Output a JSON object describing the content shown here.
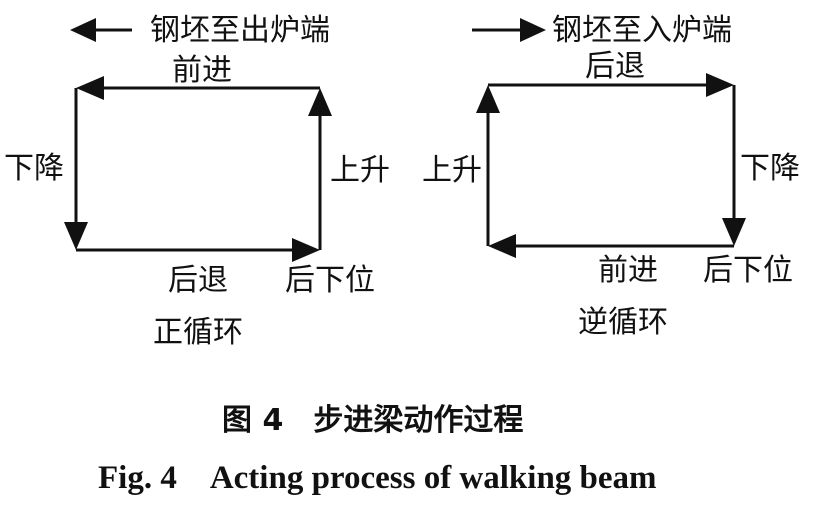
{
  "left_diagram": {
    "direction_label": "钢坯至出炉端",
    "top_label": "前进",
    "left_label": "下降",
    "right_label": "上升",
    "bottom_label": "后退",
    "corner_label": "后下位",
    "cycle_label": "正循环"
  },
  "right_diagram": {
    "direction_label": "钢坯至入炉端",
    "top_label": "后退",
    "left_label": "上升",
    "right_label": "下降",
    "bottom_label": "前进",
    "corner_label": "后下位",
    "cycle_label": "逆循环"
  },
  "caption": {
    "cn": "图 4　步进梁动作过程",
    "en": "Fig. 4　Acting process of walking beam"
  },
  "colors": {
    "ink": "#111111",
    "background": "#ffffff"
  }
}
